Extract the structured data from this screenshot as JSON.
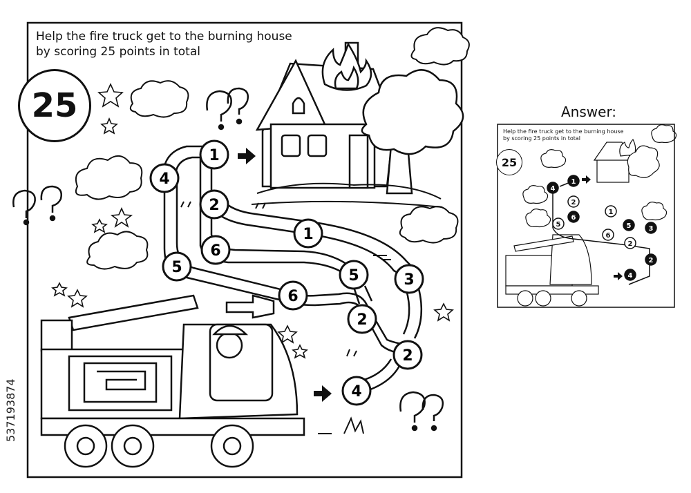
{
  "puzzle": {
    "instruction_line1": "Help the fire truck get to the burning house",
    "instruction_line2": "by scoring 25 points in total",
    "target": "25",
    "nodes": [
      {
        "id": "n1",
        "label": "1"
      },
      {
        "id": "n4",
        "label": "4"
      },
      {
        "id": "n2a",
        "label": "2"
      },
      {
        "id": "n6a",
        "label": "6"
      },
      {
        "id": "n5a",
        "label": "5"
      },
      {
        "id": "n1b",
        "label": "1"
      },
      {
        "id": "n5b",
        "label": "5"
      },
      {
        "id": "n3",
        "label": "3"
      },
      {
        "id": "n6b",
        "label": "6"
      },
      {
        "id": "n2b",
        "label": "2"
      },
      {
        "id": "n2c",
        "label": "2"
      },
      {
        "id": "n4b",
        "label": "4"
      }
    ]
  },
  "answer": {
    "title": "Answer:",
    "instruction_line1": "Help the fire truck get to the burning house",
    "instruction_line2": "by scoring 25 points in total",
    "target": "25",
    "solution_path": [
      "4",
      "2",
      "3",
      "5",
      "6",
      "4",
      "1"
    ]
  },
  "watermark": "537193874",
  "colors": {
    "ink": "#111111",
    "background": "#ffffff",
    "solution_fill": "#111111"
  },
  "icons": [
    "fire-icon",
    "star-icon",
    "question-mark-icon",
    "arrow-right-icon",
    "cloud-icon",
    "fire-truck-icon",
    "house-icon",
    "tree-icon",
    "grass-icon"
  ]
}
